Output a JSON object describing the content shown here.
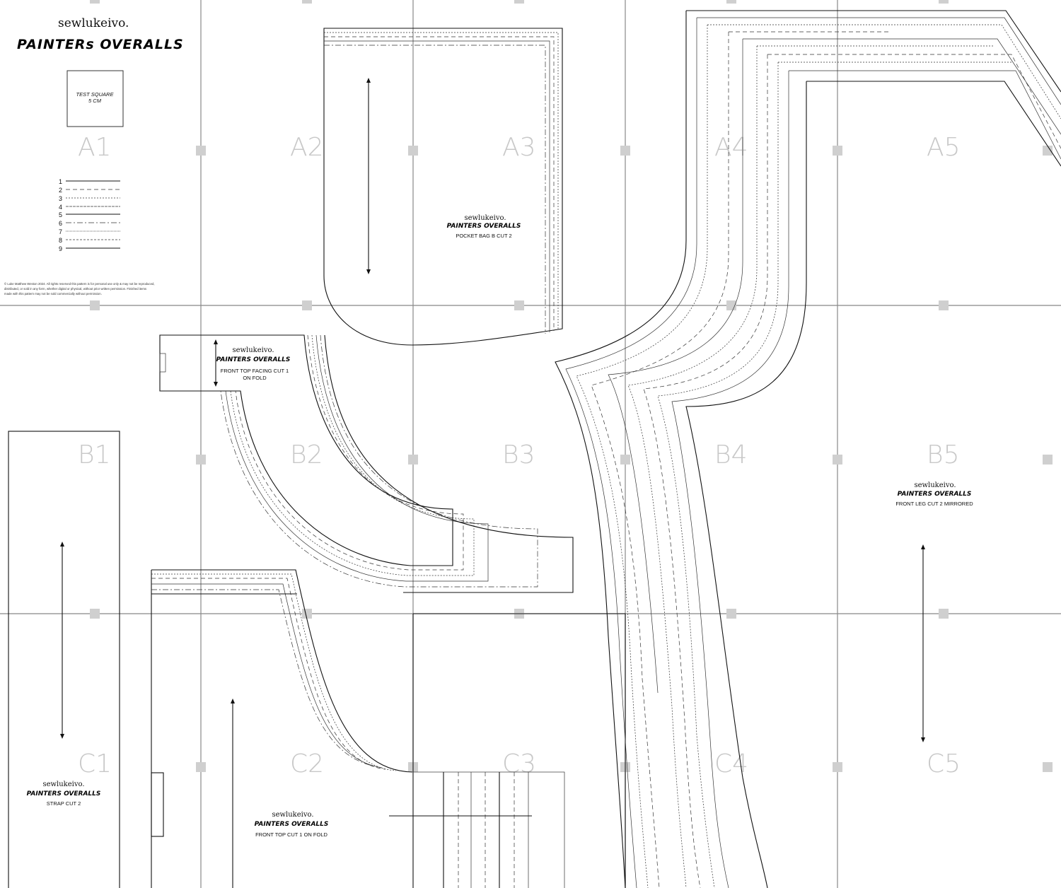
{
  "header": {
    "brand": "sewlukeivo.",
    "title": "PAINTERs OVERALLS",
    "test_square": {
      "line1": "TEST SQUARE",
      "line2": "5 CM"
    }
  },
  "legend": {
    "items": [
      "1",
      "2",
      "3",
      "4",
      "5",
      "6",
      "7",
      "8",
      "9"
    ]
  },
  "copyright": {
    "line1": "© Luke Matthew Weston 2024. All rights reserved this pattern is for personal use only & may not be reproduced,",
    "line2": "distributed, or sold in any form, whether digital or physical, without prior written permission. Finished items",
    "line3": "made with this pattern may not be sold commercially without permission."
  },
  "tiles": [
    "A1",
    "A2",
    "A3",
    "A4",
    "A5",
    "B1",
    "B2",
    "B3",
    "B4",
    "B5",
    "C1",
    "C2",
    "C3",
    "C4",
    "C5"
  ],
  "pieces": {
    "pocket_bag": {
      "brand": "sewlukeivo.",
      "title": "PAINTERS OVERALLS",
      "desc": "POCKET BAG B CUT 2"
    },
    "front_top_facing": {
      "brand": "sewlukeivo.",
      "title": "PAINTERS OVERALLS",
      "desc1": "FRONT TOP FACING CUT 1",
      "desc2": "ON FOLD"
    },
    "front_leg": {
      "brand": "sewlukeivo.",
      "title": "PAINTERS OVERALLS",
      "desc": "FRONT LEG CUT 2 MIRRORED"
    },
    "strap": {
      "brand": "sewlukeivo.",
      "title": "PAINTERS OVERALLS",
      "desc": "STRAP CUT 2"
    },
    "front_top": {
      "brand": "sewlukeivo.",
      "title": "PAINTERS OVERALLS",
      "desc": "FRONT TOP CUT 1 ON FOLD"
    }
  }
}
